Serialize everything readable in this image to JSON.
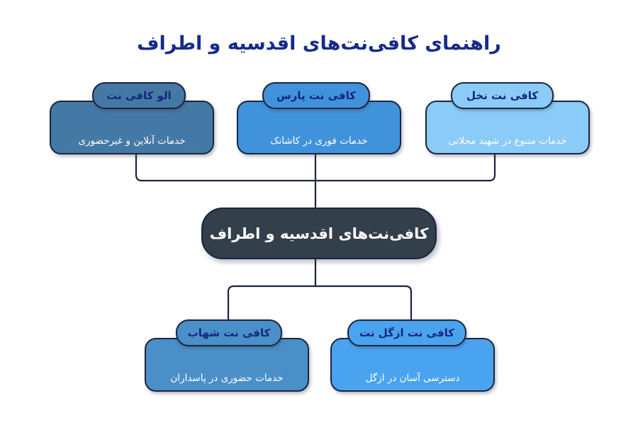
{
  "page": {
    "title": "راهنمای کافی‌نت‌های اقدسیه و اطراف",
    "title_color": "#172a8a",
    "background": "#ffffff",
    "line_color": "#1c2540"
  },
  "center": {
    "label": "کافی‌نت‌های اقدسیه و اطراف",
    "fill": "#333f4a",
    "text_color": "#ffffff"
  },
  "top_nodes": [
    {
      "header": "کافی نت نخل",
      "body": "خدمات متنوع در شهید محلاتی",
      "fill": "#8acbf7",
      "header_text_color": "#15277f",
      "body_text_color": "#ffffff"
    },
    {
      "header": "کافی نت پارس",
      "body": "خدمات فوری در کاشانک",
      "fill": "#4093da",
      "header_text_color": "#15277f",
      "body_text_color": "#ffffff"
    },
    {
      "header": "الو کافی نت",
      "body": "خدمات آنلاین و غیرحضوری",
      "fill": "#4579a5",
      "header_text_color": "#15277f",
      "body_text_color": "#ffffff"
    }
  ],
  "bottom_nodes": [
    {
      "header": "کافی نت ازگل نت",
      "body": "دسترسی آسان در ازگل",
      "fill": "#4aa3ef",
      "header_text_color": "#15277f",
      "body_text_color": "#ffffff"
    },
    {
      "header": "کافی نت شهاب",
      "body": "خدمات حضوری در پاسداران",
      "fill": "#4a8fc8",
      "header_text_color": "#15277f",
      "body_text_color": "#ffffff"
    }
  ]
}
